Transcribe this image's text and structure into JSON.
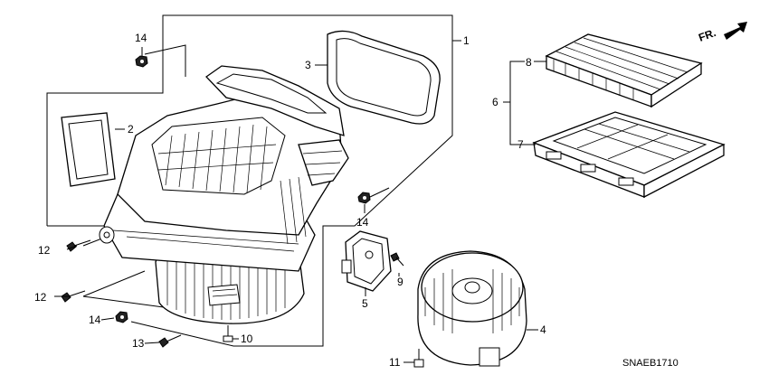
{
  "diagram": {
    "code": "SNAEB1710",
    "direction_label": "FR.",
    "callouts": [
      {
        "id": "c1",
        "text": "1"
      },
      {
        "id": "c2",
        "text": "2"
      },
      {
        "id": "c3",
        "text": "3"
      },
      {
        "id": "c4",
        "text": "4"
      },
      {
        "id": "c5",
        "text": "5"
      },
      {
        "id": "c6",
        "text": "6"
      },
      {
        "id": "c7",
        "text": "7"
      },
      {
        "id": "c8",
        "text": "8"
      },
      {
        "id": "c9",
        "text": "9"
      },
      {
        "id": "c10",
        "text": "10"
      },
      {
        "id": "c11",
        "text": "11"
      },
      {
        "id": "c12a",
        "text": "12"
      },
      {
        "id": "c12b",
        "text": "12"
      },
      {
        "id": "c13",
        "text": "13"
      },
      {
        "id": "c14a",
        "text": "14"
      },
      {
        "id": "c14b",
        "text": "14"
      },
      {
        "id": "c14c",
        "text": "14"
      }
    ]
  }
}
